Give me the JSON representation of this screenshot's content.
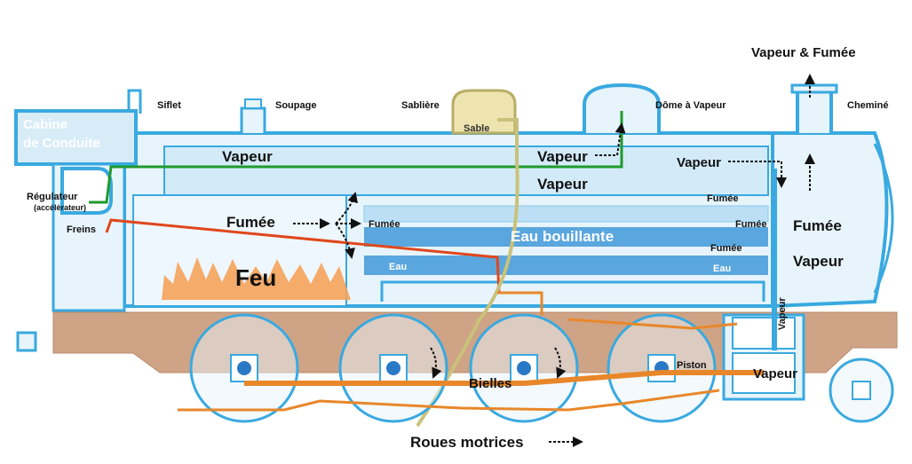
{
  "labels": {
    "vapeur_fumee_top": "Vapeur & Fumée",
    "sifflet": "Siflet",
    "soupape": "Soupage",
    "sabliere": "Sablière",
    "sable": "Sable",
    "dome_vapeur": "Dôme à Vapeur",
    "cheminee": "Cheminé",
    "cabine_line1": "Cabine",
    "cabine_line2": "de Conduite",
    "regulateur": "Régulateur",
    "accelerateur": "(accélérateur)",
    "freins": "Freins",
    "vapeur_left": "Vapeur",
    "vapeur_dome": "Vapeur",
    "vapeur_mid": "Vapeur",
    "vapeur_right": "Vapeur",
    "fumee_firebox": "Fumée",
    "fumee_tube_left": "Fumée",
    "fumee_tube_right": "Fumée",
    "fumee_smokebox1": "Fumée",
    "fumee_smokebox2": "Fumée",
    "fumee_big": "Fumée",
    "vapeur_big": "Vapeur",
    "eau_bouillante": "Eau bouillante",
    "eau_left": "Eau",
    "eau_right": "Eau",
    "feu": "Feu",
    "vapeur_vertical": "Vapeur",
    "vapeur_cylinder": "Vapeur",
    "piston": "Piston",
    "bielles": "Bielles",
    "roues_motrices": "Roues motrices"
  },
  "colors": {
    "boiler_outline": "#39a9e0",
    "boiler_fill": "#e7f4fc",
    "tube_dark": "#5aa6de",
    "tube_light": "#bcdff5",
    "steam_pipe": "#1f9a2c",
    "brake_line": "#e0471c",
    "sand_pipe": "#c9c27a",
    "frame_brown": "#cfa385",
    "rods_orange": "#e8872a",
    "fire": "#f5a25a"
  }
}
